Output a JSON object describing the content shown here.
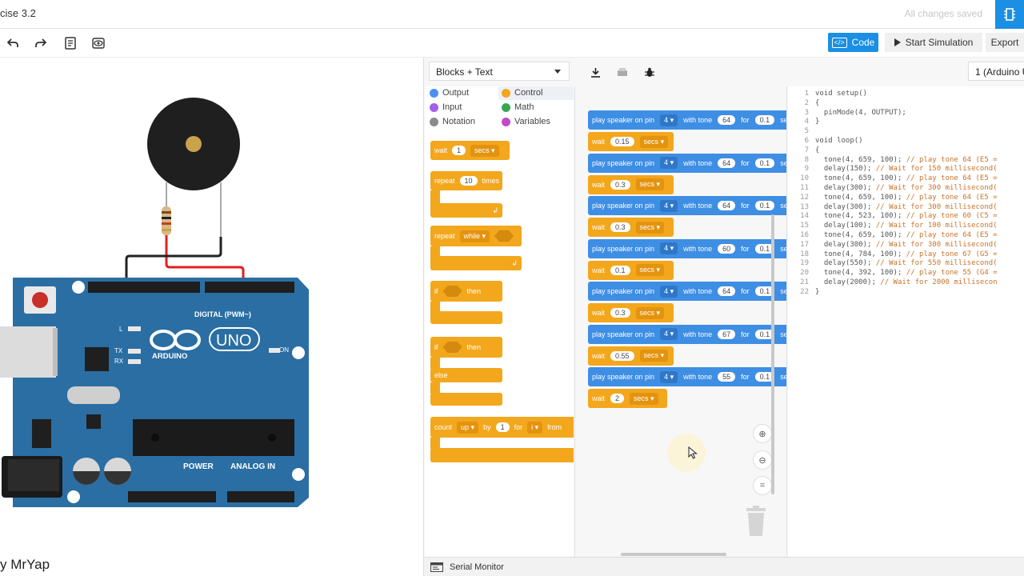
{
  "header": {
    "title": "cise 3.2",
    "saved_status": "All changes saved"
  },
  "toolbar": {
    "code_label": "Code",
    "start_sim_label": "Start Simulation",
    "export_label": "Export"
  },
  "canvas": {
    "author": "y MrYap",
    "arduino": {
      "brand": "ARDUINO",
      "model": "UNO",
      "digital_label": "DIGITAL (PWM~)",
      "power_label": "POWER",
      "analog_label": "ANALOG IN",
      "on_label": "ON",
      "tx_label": "TX",
      "rx_label": "RX",
      "l_label": "L"
    }
  },
  "code_panel": {
    "mode": "Blocks + Text",
    "board": "1 (Arduino U",
    "categories": [
      {
        "label": "Output",
        "color": "#4f8ef5"
      },
      {
        "label": "Control",
        "color": "#f3a71c"
      },
      {
        "label": "Input",
        "color": "#a45ee8"
      },
      {
        "label": "Math",
        "color": "#3aa655"
      },
      {
        "label": "Notation",
        "color": "#8c8c8c"
      },
      {
        "label": "Variables",
        "color": "#c24ac9"
      }
    ],
    "palette": {
      "wait": {
        "label": "wait",
        "value": "1",
        "unit": "secs"
      },
      "repeat": {
        "label": "repeat",
        "value": "10",
        "unit": "times"
      },
      "repeat_while": {
        "label": "repeat",
        "mode": "while"
      },
      "if_then": {
        "if": "if",
        "then": "then"
      },
      "if_else": {
        "if": "if",
        "then": "then",
        "else": "else"
      },
      "count": {
        "label": "count",
        "dir": "up",
        "by": "by",
        "step": "1",
        "for": "for",
        "var": "i",
        "from": "from"
      }
    },
    "workspace": {
      "play_label": "play speaker on pin",
      "with_tone": "with tone",
      "for_label": "for",
      "sec_label": "sec",
      "wait_label": "wait",
      "secs_label": "secs",
      "steps": [
        {
          "pin": "4",
          "tone": "64",
          "dur": "0.1",
          "wait": "0.15"
        },
        {
          "pin": "4",
          "tone": "64",
          "dur": "0.1",
          "wait": "0.3"
        },
        {
          "pin": "4",
          "tone": "64",
          "dur": "0.1",
          "wait": "0.3"
        },
        {
          "pin": "4",
          "tone": "60",
          "dur": "0.1",
          "wait": "0.1"
        },
        {
          "pin": "4",
          "tone": "64",
          "dur": "0.1",
          "wait": "0.3"
        },
        {
          "pin": "4",
          "tone": "67",
          "dur": "0.1",
          "wait": "0.55"
        },
        {
          "pin": "4",
          "tone": "55",
          "dur": "0.1",
          "wait": "2"
        }
      ]
    },
    "code_lines": [
      {
        "n": "1",
        "code": "void setup()",
        "comment": ""
      },
      {
        "n": "2",
        "code": "{",
        "comment": ""
      },
      {
        "n": "3",
        "code": "  pinMode(4, OUTPUT);",
        "comment": ""
      },
      {
        "n": "4",
        "code": "}",
        "comment": ""
      },
      {
        "n": "5",
        "code": "",
        "comment": ""
      },
      {
        "n": "6",
        "code": "void loop()",
        "comment": ""
      },
      {
        "n": "7",
        "code": "{",
        "comment": ""
      },
      {
        "n": "8",
        "code": "  tone(4, 659, 100); ",
        "comment": "// play tone 64 (E5 ="
      },
      {
        "n": "9",
        "code": "  delay(150); ",
        "comment": "// Wait for 150 millisecond("
      },
      {
        "n": "10",
        "code": "  tone(4, 659, 100); ",
        "comment": "// play tone 64 (E5 ="
      },
      {
        "n": "11",
        "code": "  delay(300); ",
        "comment": "// Wait for 300 millisecond("
      },
      {
        "n": "12",
        "code": "  tone(4, 659, 100); ",
        "comment": "// play tone 64 (E5 ="
      },
      {
        "n": "13",
        "code": "  delay(300); ",
        "comment": "// Wait for 300 millisecond("
      },
      {
        "n": "14",
        "code": "  tone(4, 523, 100); ",
        "comment": "// play tone 60 (C5 ="
      },
      {
        "n": "15",
        "code": "  delay(100); ",
        "comment": "// Wait for 100 millisecond("
      },
      {
        "n": "16",
        "code": "  tone(4, 659, 100); ",
        "comment": "// play tone 64 (E5 ="
      },
      {
        "n": "17",
        "code": "  delay(300); ",
        "comment": "// Wait for 300 millisecond("
      },
      {
        "n": "18",
        "code": "  tone(4, 784, 100); ",
        "comment": "// play tone 67 (G5 ="
      },
      {
        "n": "19",
        "code": "  delay(550); ",
        "comment": "// Wait for 550 millisecond("
      },
      {
        "n": "20",
        "code": "  tone(4, 392, 100); ",
        "comment": "// play tone 55 (G4 ="
      },
      {
        "n": "21",
        "code": "  delay(2000); ",
        "comment": "// Wait for 2000 millisecon"
      },
      {
        "n": "22",
        "code": "}",
        "comment": ""
      }
    ],
    "serial_monitor": "Serial Monitor"
  }
}
